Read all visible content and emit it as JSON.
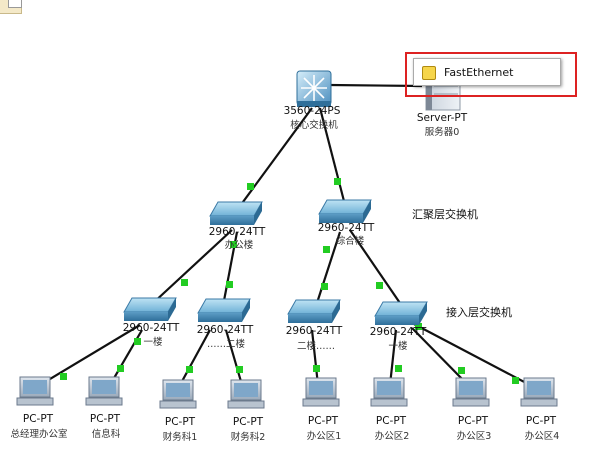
{
  "tooltip": {
    "text": "FastEthernet"
  },
  "layers": {
    "aggregation": "汇聚层交换机",
    "access": "接入层交换机"
  },
  "core_switch": {
    "model": "3560-24PS",
    "name": "核心交换机"
  },
  "server": {
    "model": "Server-PT",
    "name": "服务器0"
  },
  "aggregation_switches": [
    {
      "model": "2960-24TT",
      "name": "办公楼"
    },
    {
      "model": "2960-24TT",
      "name": "综合楼"
    }
  ],
  "access_switches": [
    {
      "model": "2960-24TT",
      "name": "一楼"
    },
    {
      "model": "2960-24TT",
      "name": "……二楼"
    },
    {
      "model": "2960-24TT",
      "name": "二楼……"
    },
    {
      "model": "2960-24TT",
      "name": "一楼"
    }
  ],
  "pcs": [
    {
      "model": "PC-PT",
      "name": "总经理办公室"
    },
    {
      "model": "PC-PT",
      "name": "信息科"
    },
    {
      "model": "PC-PT",
      "name": "财务科1"
    },
    {
      "model": "PC-PT",
      "name": "财务科2"
    },
    {
      "model": "PC-PT",
      "name": "办公区1"
    },
    {
      "model": "PC-PT",
      "name": "办公区2"
    },
    {
      "model": "PC-PT",
      "name": "办公区3"
    },
    {
      "model": "PC-PT",
      "name": "办公区4"
    }
  ],
  "colors": {
    "link": "#111111",
    "port_up": "#22cc22",
    "highlight": "#dd2222"
  }
}
